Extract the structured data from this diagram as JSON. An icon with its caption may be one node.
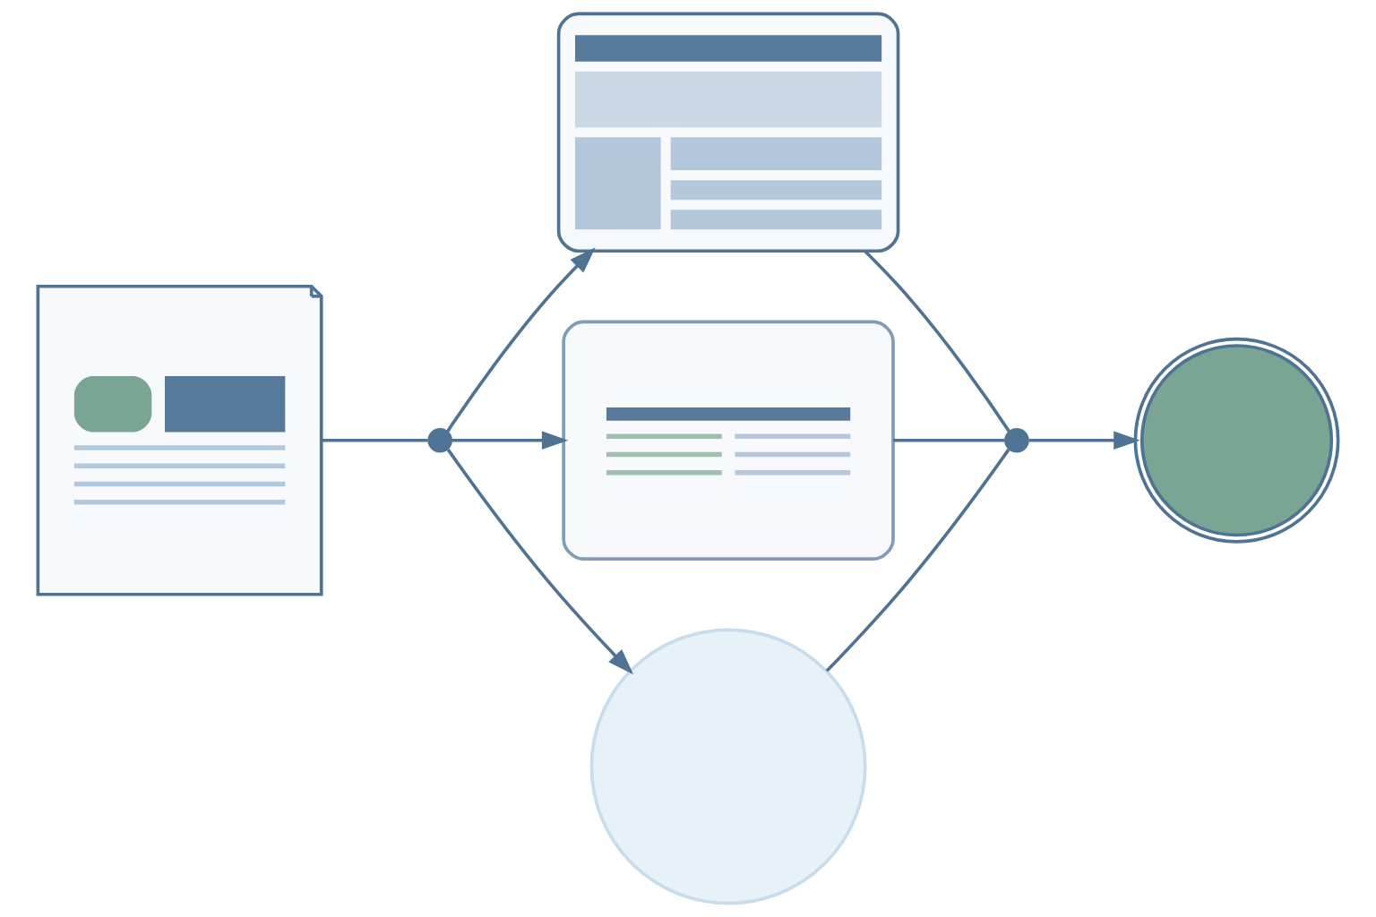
{
  "diagram": {
    "nodes": [
      {
        "text": [],
        "shape": "picture"
      },
      {
        "text": [],
        "shape": "circle"
      },
      {
        "text": [],
        "shape": "picture"
      },
      {
        "text": [],
        "shape": "picture"
      },
      {
        "text": [],
        "shape": "picture"
      },
      {
        "text": [],
        "shape": "circle"
      },
      {
        "text": [],
        "shape": "picture"
      }
    ],
    "edges": [
      {
        "from": 0,
        "to": 1,
        "arrow": "none"
      },
      {
        "from": 1,
        "to": 2,
        "arrow": "to"
      },
      {
        "from": 1,
        "to": 3,
        "arrow": "to"
      },
      {
        "from": 1,
        "to": 4,
        "arrow": "to"
      },
      {
        "from": 2,
        "to": 5,
        "arrow": "none"
      },
      {
        "from": 3,
        "to": 5,
        "arrow": "none"
      },
      {
        "from": 4,
        "to": 5,
        "arrow": "none"
      },
      {
        "from": 5,
        "to": 6,
        "arrow": "to"
      }
    ]
  }
}
